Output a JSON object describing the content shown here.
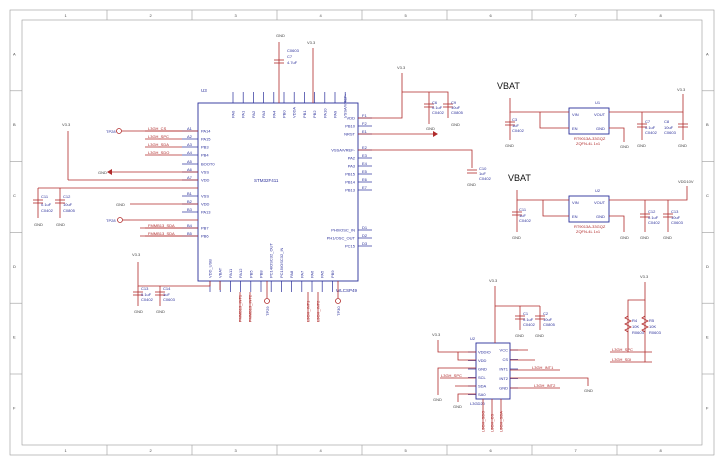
{
  "frame": {
    "cols": [
      "1",
      "2",
      "3",
      "4",
      "5",
      "6",
      "7",
      "8"
    ],
    "rows": [
      "A",
      "B",
      "C",
      "D",
      "E",
      "F"
    ]
  },
  "mcu": {
    "ref": "U3",
    "part": "STM32F411",
    "package": "WLCSP49",
    "left_pins": [
      {
        "num": "A1",
        "name": "PA14",
        "net": "L3GH_CS"
      },
      {
        "num": "A2",
        "name": "PA15",
        "net": "L3GH_SPC"
      },
      {
        "num": "A3",
        "name": "PB3",
        "net": "L3GH_SDA"
      },
      {
        "num": "A4",
        "name": "PB4",
        "net": "L3GH_SDO"
      },
      {
        "num": "A5",
        "name": "BOOT0",
        "net": "GND"
      },
      {
        "num": "A6",
        "name": "VSS",
        "net": ""
      },
      {
        "num": "A7",
        "name": "VDD",
        "net": ""
      },
      {
        "num": "B1",
        "name": "VSS",
        "net": "GND"
      },
      {
        "num": "B2",
        "name": "VDD",
        "net": ""
      },
      {
        "num": "B3",
        "name": "PA13",
        "net": "TP28"
      },
      {
        "num": "B4",
        "name": "PB7",
        "net": "FMMB13_SDA"
      },
      {
        "num": "B5",
        "name": "PB6",
        "net": "FMMB13_SDA"
      }
    ],
    "top_pins": [
      "PA0",
      "PA1",
      "PA2",
      "PA3",
      "PA4",
      "PB0",
      "VDDA",
      "PB1",
      "PB2",
      "PA10",
      "PA9",
      "VSSA/VREF-"
    ],
    "right_pins": [
      {
        "num": "F1",
        "name": "VDD"
      },
      {
        "num": "F2",
        "name": "PB10"
      },
      {
        "num": "E1",
        "name": "NRST"
      },
      {
        "num": "E2",
        "name": "VSSA/VREF-"
      },
      {
        "num": "E3",
        "name": "PA2"
      },
      {
        "num": "E4",
        "name": "PA3"
      },
      {
        "num": "E5",
        "name": "PB15"
      },
      {
        "num": "E6",
        "name": "PB14"
      },
      {
        "num": "E7",
        "name": "PB13"
      },
      {
        "num": "D1",
        "name": "PH0/OSC_IN"
      },
      {
        "num": "D2",
        "name": "PH1/OSC_OUT"
      },
      {
        "num": "D3",
        "name": "PC15"
      }
    ],
    "bottom_pins": [
      "VDD_USB",
      "VBAT",
      "PA11",
      "PA12",
      "PB5",
      "PB8",
      "PC14/OSC32_OUT",
      "PC15/OSC32_IN",
      "PA8",
      "PA7",
      "PA6",
      "PA5",
      "PB9"
    ],
    "bottom_nets": [
      "FMMB13_INT1",
      "FMMB13_INT2",
      "L3GH_INT1",
      "L3GH_INT2",
      "TP29",
      "TP30"
    ]
  },
  "caps": {
    "C7": {
      "value": "4.7uF",
      "pkg": "C0603"
    },
    "C6": {
      "value": "0.1uF",
      "pkg": "C0402"
    },
    "C9": {
      "value": "10uF",
      "pkg": "C0805"
    },
    "C8": {
      "value": "0.1uF",
      "pkg": "C0402"
    },
    "C10": {
      "value": "1uF",
      "pkg": "C0402"
    },
    "C11": {
      "value": "0.1uF",
      "pkg": "C0402"
    },
    "C12": {
      "value": "10uF",
      "pkg": "C0805"
    },
    "C13": {
      "value": "0.1uF",
      "pkg": "C0402"
    },
    "C14": {
      "value": "1uF",
      "pkg": "C0603"
    },
    "C1": {
      "value": "0.1uF",
      "pkg": "C0402"
    },
    "C2": {
      "value": "10uF",
      "pkg": "C0805"
    }
  },
  "regulators": [
    {
      "ref": "U1",
      "part": "RT9013A-33GQZ",
      "pkg": "ZQFN-4L 1x1",
      "pins": [
        "VIN",
        "EN",
        "VOUT",
        "GND"
      ],
      "in_cap": {
        "ref": "C3",
        "value": "1uF",
        "pkg": "C0402"
      },
      "out_caps": [
        {
          "ref": "C7",
          "value": "0.1uF",
          "pkg": "C0402"
        },
        {
          "ref": "C8",
          "value": "10uF",
          "pkg": "C0603"
        }
      ],
      "rail": "V3.3"
    },
    {
      "ref": "U2",
      "part": "RT9013A-33GQZ",
      "pkg": "ZQFN-4L 1x1",
      "pins": [
        "VIN",
        "EN",
        "VOUT",
        "GND"
      ],
      "in_cap": {
        "ref": "C11",
        "value": "1uF",
        "pkg": "C0402"
      },
      "out_caps": [
        {
          "ref": "C12",
          "value": "0.1uF",
          "pkg": "C0402"
        },
        {
          "ref": "C13",
          "value": "10uF",
          "pkg": "C0603"
        }
      ],
      "rail": "VDD10V"
    }
  ],
  "vbat_label": "VBAT",
  "sensor": {
    "ref": "U2",
    "part": "L3GD20",
    "left_pins": [
      "VDDIO",
      "VDD",
      "GND",
      "SCL",
      "SDA",
      "SA0"
    ],
    "right_pins": [
      "VCC",
      "CS",
      "INT1",
      "INT2",
      "GND"
    ],
    "bottom_nets": [
      "L3GH_SDO",
      "L3GH_CS",
      "L3GH_SDA"
    ],
    "nets": [
      "L3GH_SPC",
      "L3GH_INT1",
      "L3GH_INT2"
    ]
  },
  "pullups": [
    {
      "ref": "R4",
      "value": "10K",
      "pkg": "R0603"
    },
    {
      "ref": "R5",
      "value": "10K",
      "pkg": "R0603"
    }
  ],
  "pullup_nets": [
    "L3GH_SPC",
    "L3GH_SDI"
  ],
  "power": {
    "v33": "V3.3",
    "gnd": "GND",
    "vdd10": "VDD10V"
  },
  "testpoints": [
    "TP28",
    "TP29",
    "TP30"
  ]
}
